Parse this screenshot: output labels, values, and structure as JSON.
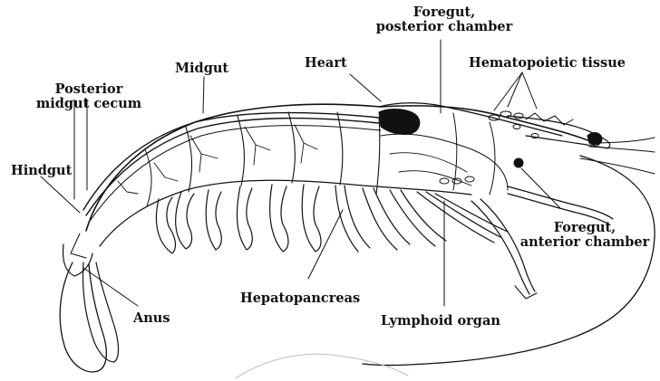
{
  "labels": {
    "foregut_posterior": [
      "Foregut,",
      "posterior chamber"
    ],
    "heart": "Heart",
    "midgut": "Midgut",
    "hematopoietic": "Hematopoietic tissue",
    "posterior_midgut_cecum": [
      "Posterior",
      "midgut cecum"
    ],
    "hindgut": "Hindgut",
    "foregut_anterior": [
      "Foregut,",
      "anterior chamber"
    ],
    "anus": "Anus",
    "hepatopancreas": "Hepatopancreas",
    "lymphoid_organ": "Lymphoid organ"
  }
}
